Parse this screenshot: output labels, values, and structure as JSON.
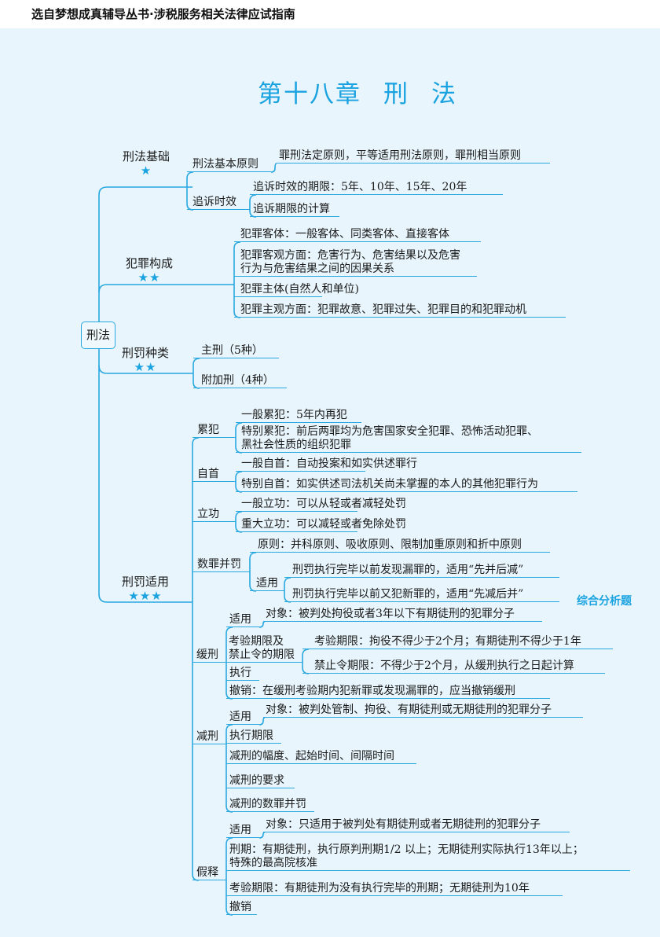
{
  "header": "选自梦想成真辅导丛书·涉税服务相关法律应试指南",
  "title": {
    "chapter": "第十八章",
    "name_1": "刑",
    "name_2": "法"
  },
  "root": "刑法",
  "tag": "综合分析题",
  "basics": {
    "label": "刑法基础",
    "stars": "★",
    "principle": {
      "label": "刑法基本原则",
      "content": "罪刑法定原则，平等适用刑法原则，罪刑相当原则"
    },
    "limitation": {
      "label": "追诉时效",
      "items": [
        "追诉时效的期限：5年、10年、15年、20年",
        "追诉期限的计算"
      ]
    }
  },
  "constitution": {
    "label": "犯罪构成",
    "stars": "★★",
    "items": [
      "犯罪客体：一般客体、同类客体、直接客体",
      "犯罪客观方面：危害行为、危害结果以及危害",
      "行为与危害结果之间的因果关系",
      "犯罪主体(自然人和单位)",
      "犯罪主观方面：犯罪故意、犯罪过失、犯罪目的和犯罪动机"
    ]
  },
  "types": {
    "label": "刑罚种类",
    "stars": "★★",
    "items": [
      "主刑（5种）",
      "附加刑（4种）"
    ]
  },
  "application": {
    "label": "刑罚适用",
    "stars": "★★★",
    "recidivism": {
      "label": "累犯",
      "items": [
        "一般累犯：5年内再犯",
        "特别累犯：前后两罪均为危害国家安全犯罪、恐怖活动犯罪、",
        "黑社会性质的组织犯罪"
      ]
    },
    "surrender": {
      "label": "自首",
      "items": [
        "一般自首：自动投案和如实供述罪行",
        "特别自首：如实供述司法机关尚未掌握的本人的其他犯罪行为"
      ]
    },
    "merit": {
      "label": "立功",
      "items": [
        "一般立功：可以从轻或者减轻处罚",
        "重大立功：可以减轻或者免除处罚"
      ]
    },
    "combined": {
      "label": "数罪并罚",
      "principle": "原则：并科原则、吸收原则、限制加重原则和折中原则",
      "apply_label": "适用",
      "apply_items": [
        "刑罚执行完毕以前发现漏罪的，适用“先并后减”",
        "刑罚执行完毕以前又犯新罪的，适用“先减后并”"
      ]
    },
    "probation": {
      "label": "缓刑",
      "apply_label": "适用",
      "apply_content": "对象：被判处拘役或者3年以下有期徒刑的犯罪分子",
      "period_label_1": "考验期限及",
      "period_label_2": "禁止令的期限",
      "period_items": [
        "考验期限：拘役不得少于2个月；有期徒刑不得少于1年",
        "禁止令期限：不得少于2个月，从缓刑执行之日起计算"
      ],
      "execute": "执行",
      "revoke": "撤销：在缓刑考验期内犯新罪或发现漏罪的，应当撤销缓刑"
    },
    "commutation": {
      "label": "减刑",
      "apply_label": "适用",
      "apply_content": "对象：被判处管制、拘役、有期徒刑或无期徒刑的犯罪分子",
      "items": [
        "执行期限",
        "减刑的幅度、起始时间、间隔时间",
        "减刑的要求",
        "减刑的数罪并罚"
      ]
    },
    "parole": {
      "label": "假释",
      "apply_label": "适用",
      "apply_content": "对象：只适用于被判处有期徒刑或者无期徒刑的犯罪分子",
      "term_1": "刑期：有期徒刑，执行原判刑期1/2 以上；无期徒刑实际执行13年以上；",
      "term_2": "特殊的最高院核准",
      "probation": "考验期限：有期徒刑为没有执行完毕的刑期；无期徒刑为10年",
      "revoke": "撤销"
    }
  },
  "colors": {
    "accent": "#1aa3e0",
    "line": "#29a8e0",
    "background": "#e8f5fc"
  }
}
